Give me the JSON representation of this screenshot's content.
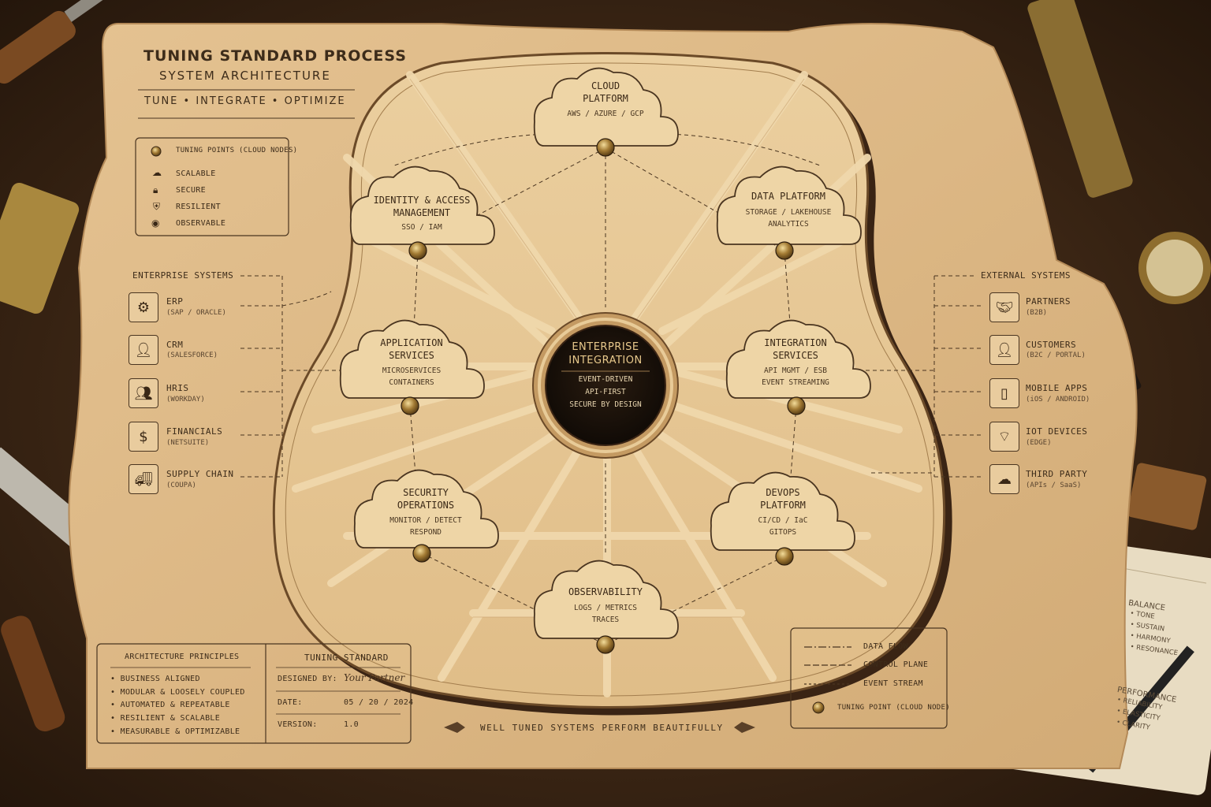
{
  "header": {
    "title": "TUNING STANDARD PROCESS",
    "subtitle": "SYSTEM ARCHITECTURE",
    "tagline": "TUNE • INTEGRATE • OPTIMIZE"
  },
  "legend": {
    "items": [
      {
        "icon": "knob-icon",
        "label": "TUNING POINTS (CLOUD NODES)"
      },
      {
        "icon": "cloud-icon",
        "label": "SCALABLE"
      },
      {
        "icon": "lock-icon",
        "label": "SECURE"
      },
      {
        "icon": "shield-icon",
        "label": "RESILIENT"
      },
      {
        "icon": "eye-icon",
        "label": "OBSERVABLE"
      }
    ]
  },
  "enterprise": {
    "heading": "ENTERPRISE SYSTEMS",
    "items": [
      {
        "icon": "gear-icon",
        "name": "ERP",
        "sub": "(SAP / ORACLE)"
      },
      {
        "icon": "person-icon",
        "name": "CRM",
        "sub": "(SALESFORCE)"
      },
      {
        "icon": "people-icon",
        "name": "HRIS",
        "sub": "(WORKDAY)"
      },
      {
        "icon": "dollar-icon",
        "name": "FINANCIALS",
        "sub": "(NETSUITE)"
      },
      {
        "icon": "truck-icon",
        "name": "SUPPLY CHAIN",
        "sub": "(COUPA)"
      }
    ]
  },
  "external": {
    "heading": "EXTERNAL SYSTEMS",
    "items": [
      {
        "icon": "handshake-icon",
        "name": "PARTNERS",
        "sub": "(B2B)"
      },
      {
        "icon": "person-icon",
        "name": "CUSTOMERS",
        "sub": "(B2C / PORTAL)"
      },
      {
        "icon": "mobile-icon",
        "name": "MOBILE APPS",
        "sub": "(iOS / ANDROID)"
      },
      {
        "icon": "wifi-icon",
        "name": "IOT DEVICES",
        "sub": "(EDGE)"
      },
      {
        "icon": "cloud-icon",
        "name": "THIRD PARTY",
        "sub": "(APIs / SaaS)"
      }
    ]
  },
  "nodes": {
    "cloud": {
      "title1": "CLOUD",
      "title2": "PLATFORM",
      "sub1": "AWS / AZURE / GCP",
      "sub2": ""
    },
    "iam": {
      "title1": "IDENTITY & ACCESS",
      "title2": "MANAGEMENT",
      "sub1": "SSO / IAM",
      "sub2": ""
    },
    "data": {
      "title1": "DATA PLATFORM",
      "title2": "",
      "sub1": "STORAGE / LAKEHOUSE",
      "sub2": "ANALYTICS"
    },
    "app": {
      "title1": "APPLICATION",
      "title2": "SERVICES",
      "sub1": "MICROSERVICES",
      "sub2": "CONTAINERS"
    },
    "integ": {
      "title1": "INTEGRATION",
      "title2": "SERVICES",
      "sub1": "API MGMT / ESB",
      "sub2": "EVENT STREAMING"
    },
    "sec": {
      "title1": "SECURITY",
      "title2": "OPERATIONS",
      "sub1": "MONITOR / DETECT",
      "sub2": "RESPOND"
    },
    "devops": {
      "title1": "DEVOPS",
      "title2": "PLATFORM",
      "sub1": "CI/CD / IaC",
      "sub2": "GITOPS"
    },
    "obs": {
      "title1": "OBSERVABILITY",
      "title2": "",
      "sub1": "LOGS / METRICS",
      "sub2": "TRACES"
    }
  },
  "center": {
    "title1": "ENTERPRISE",
    "title2": "INTEGRATION",
    "sub1": "EVENT-DRIVEN",
    "sub2": "API-FIRST",
    "sub3": "SECURE BY DESIGN"
  },
  "principles": {
    "heading": "ARCHITECTURE PRINCIPLES",
    "items": [
      "BUSINESS ALIGNED",
      "MODULAR & LOOSELY COUPLED",
      "AUTOMATED & REPEATABLE",
      "RESILIENT & SCALABLE",
      "MEASURABLE & OPTIMIZABLE"
    ]
  },
  "standard": {
    "heading": "TUNING STANDARD",
    "designed_label": "DESIGNED BY:",
    "designed_value": "Your Partner",
    "date_label": "DATE:",
    "date_value": "05 / 20 / 2024",
    "version_label": "VERSION:",
    "version_value": "1.0"
  },
  "footer": {
    "motto": "WELL TUNED SYSTEMS PERFORM BEAUTIFULLY"
  },
  "line_legend": {
    "data_flow": "DATA FLOW",
    "control_plane": "CONTROL PLANE",
    "event_stream": "EVENT STREAM",
    "tuning_point": "TUNING POINT (CLOUD NODE)"
  },
  "notebook": {
    "balance": "BALANCE",
    "balance_items": [
      "• TONE",
      "• SUSTAIN",
      "• HARMONY",
      "• RESONANCE"
    ],
    "performance": "PERFORMANCE",
    "performance_items": [
      "• RELIABILITY",
      "• ELASTICITY",
      "• CLARITY"
    ]
  },
  "colors": {
    "wood_light": "#e6c79a",
    "wood_board": "#ddb987",
    "ink": "#3d2c1a",
    "brass": "#b8914a",
    "center_dark": "#1a120b"
  }
}
